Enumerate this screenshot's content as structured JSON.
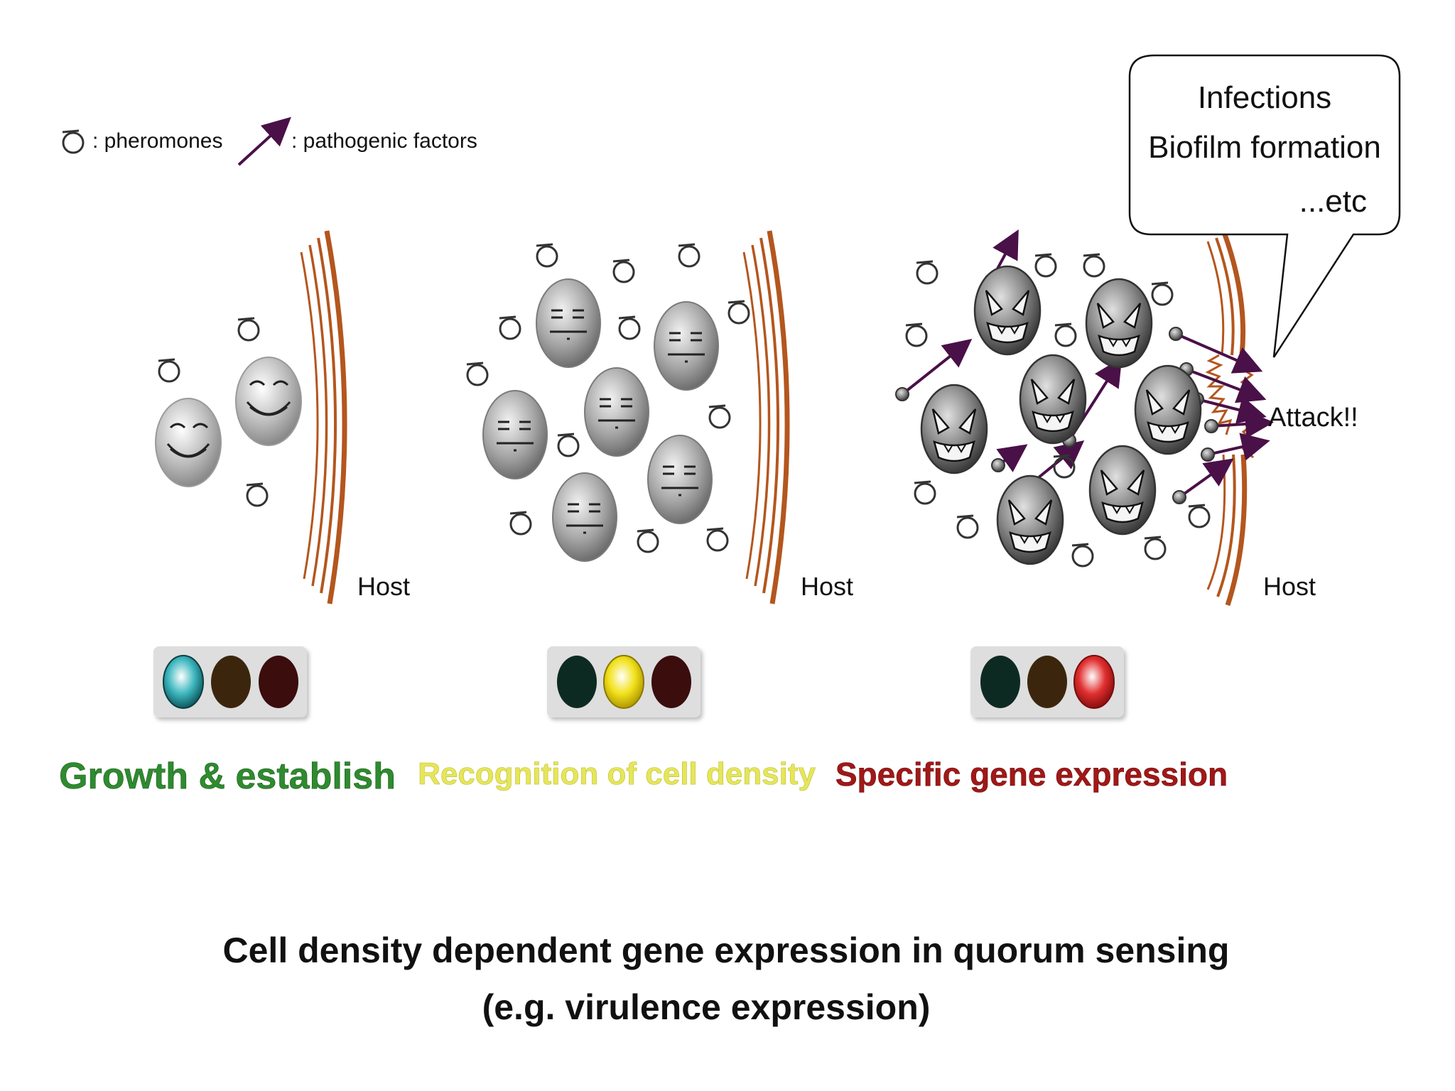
{
  "legend": {
    "pheromones_label": ": pheromones",
    "pathogenic_label": ": pathogenic factors"
  },
  "callout": {
    "line1": "Infections",
    "line2": "Biofilm formation",
    "line3": "...etc"
  },
  "attack_label": "Attack!!",
  "stages": [
    {
      "host_label": "Host",
      "caption": "Growth & establish",
      "caption_color": "#2e8b2e",
      "active_light": "teal"
    },
    {
      "host_label": "Host",
      "caption": "Recognition of cell density",
      "caption_color": "#e6e65a",
      "active_light": "yellow"
    },
    {
      "host_label": "Host",
      "caption": "Specific gene expression",
      "caption_color": "#a01818",
      "active_light": "red"
    }
  ],
  "title": {
    "line1": "Cell density dependent gene expression in quorum sensing",
    "line2": "(e.g. virulence expression)"
  },
  "colors": {
    "host_wall": "#b4561e",
    "arrow": "#4a1048",
    "light_teal": "#3fb8c0",
    "light_yellow": "#f2e21c",
    "light_red": "#e23030",
    "light_dark_green": "#0f2a24",
    "light_dark_brown": "#3a2810",
    "light_dark_maroon": "#3a0c10"
  }
}
